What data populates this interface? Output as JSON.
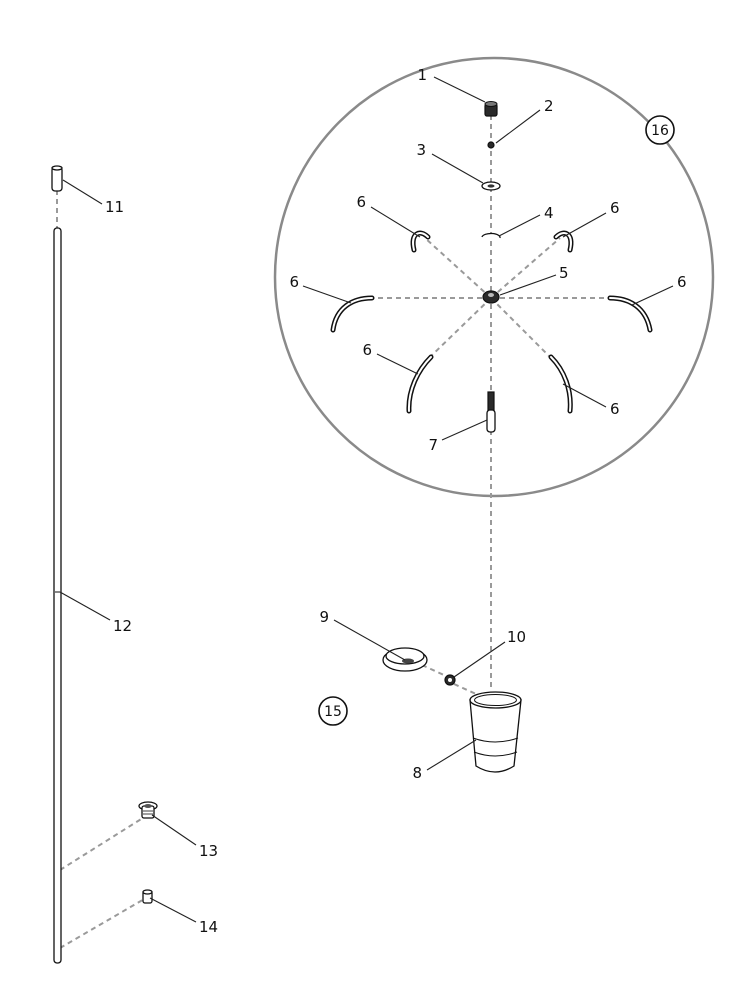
{
  "callouts": {
    "c1": "1",
    "c2": "2",
    "c3": "3",
    "c4": "4",
    "c5": "5",
    "c6a": "6",
    "c6b": "6",
    "c6c": "6",
    "c6d": "6",
    "c6e": "6",
    "c6f": "6",
    "c7": "7",
    "c8": "8",
    "c9": "9",
    "c10": "10",
    "c11": "11",
    "c12": "12",
    "c13": "13",
    "c14": "14"
  },
  "badges": {
    "b15": "15",
    "b16": "16"
  },
  "colors": {
    "detail_circle": "#8a8a8a",
    "dashed_line": "#9a9a9a",
    "line": "#111111"
  }
}
